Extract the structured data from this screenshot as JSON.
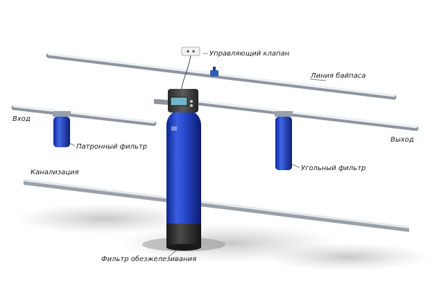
{
  "labels": {
    "control_valve": "Управляющий клапан",
    "bypass_line": "Линия байпаса",
    "inlet": "Вход",
    "outlet": "Выход",
    "cartridge_filter": "Патронный фильтр",
    "carbon_filter": "Угольный фильтр",
    "sewer": "Канализация",
    "iron_removal_filter": "Фильтр обезжелезивания"
  },
  "colors": {
    "pipe": "#c9ced6",
    "filter_blue": "#1f3fbf",
    "tank_base": "#2b2b2b",
    "valve_head": "#3a3a3a",
    "bypass_valve": "#2d5fb0"
  }
}
